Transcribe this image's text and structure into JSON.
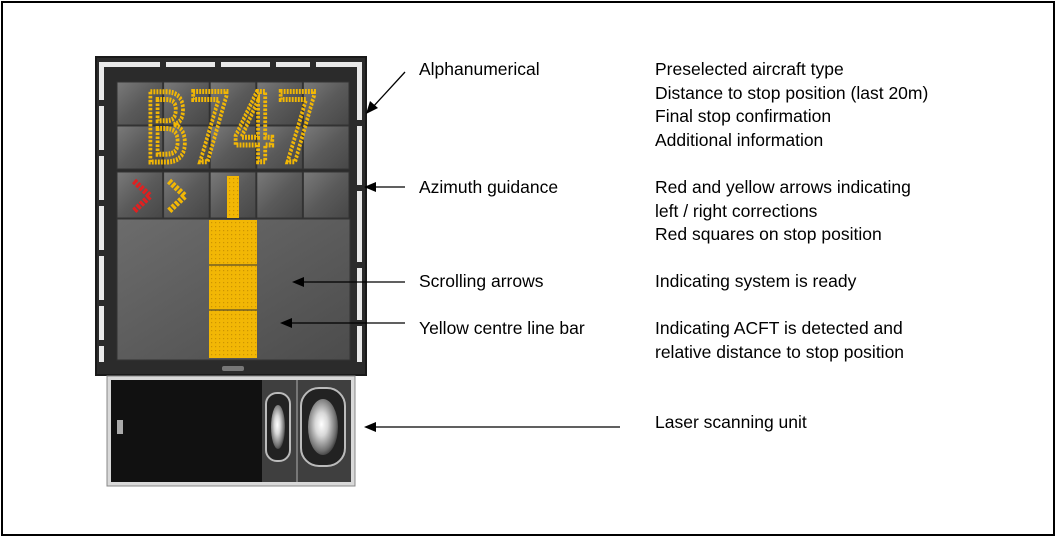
{
  "labels": {
    "alphanumerical": "Alphanumerical",
    "azimuth": "Azimuth guidance",
    "scrolling": "Scrolling arrows",
    "centre_line": "Yellow centre line bar",
    "laser": "Laser scanning unit"
  },
  "descriptions": {
    "alphanumerical": [
      "Preselected aircraft type",
      "Distance to stop position (last 20m)",
      "Final stop confirmation",
      "Additional information"
    ],
    "azimuth": [
      "Red and yellow arrows indicating",
      "left / right corrections",
      "Red squares on stop position"
    ],
    "scrolling": [
      "Indicating system is ready"
    ],
    "centre_line": [
      "Indicating ACFT is detected and",
      "relative distance to stop position"
    ],
    "laser": [
      "Laser scanning unit"
    ]
  },
  "display": {
    "aircraft_type": "B747"
  },
  "colors": {
    "led_yellow": "#f2b705",
    "led_red": "#e02020",
    "panel_dark": "#3a3a3a",
    "panel_mid": "#6a6a6a"
  }
}
